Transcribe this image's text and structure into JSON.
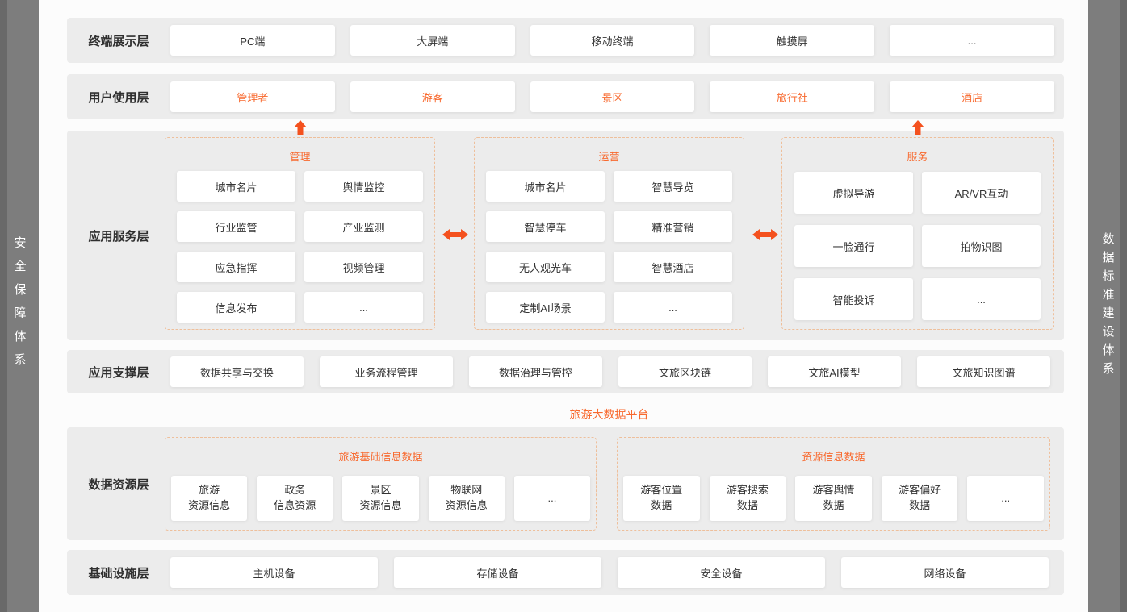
{
  "colors": {
    "accent": "#f8692e",
    "arrow": "#f4511e",
    "dash": "#eebf9b",
    "strip": "#7b7b7b",
    "panel": "#ececec"
  },
  "sides": {
    "left": "安全保障体系",
    "right": "数据标准建设体系"
  },
  "terminal": {
    "label": "终端展示层",
    "items": [
      "PC端",
      "大屏端",
      "移动终端",
      "触摸屏",
      "..."
    ]
  },
  "users": {
    "label": "用户使用层",
    "items": [
      "管理者",
      "游客",
      "景区",
      "旅行社",
      "酒店"
    ]
  },
  "app_service": {
    "label": "应用服务层",
    "manage": {
      "title": "管理",
      "items": [
        "城市名片",
        "舆情监控",
        "行业监管",
        "产业监测",
        "应急指挥",
        "视频管理",
        "信息发布",
        "..."
      ]
    },
    "operate": {
      "title": "运营",
      "items": [
        "城市名片",
        "智慧导览",
        "智慧停车",
        "精准营销",
        "无人观光车",
        "智慧酒店",
        "定制AI场景",
        "..."
      ]
    },
    "service": {
      "title": "服务",
      "items": [
        "虚拟导游",
        "AR/VR互动",
        "一脸通行",
        "拍物识图",
        "智能投诉",
        "..."
      ]
    }
  },
  "app_support": {
    "label": "应用支撑层",
    "items": [
      "数据共享与交换",
      "业务流程管理",
      "数据治理与管控",
      "文旅区块链",
      "文旅AI模型",
      "文旅知识图谱"
    ]
  },
  "platform_label": "旅游大数据平台",
  "data_resource": {
    "label": "数据资源层",
    "basic": {
      "title": "旅游基础信息数据",
      "items": [
        "旅游\n资源信息",
        "政务\n信息资源",
        "景区\n资源信息",
        "物联网\n资源信息",
        "..."
      ]
    },
    "resource": {
      "title": "资源信息数据",
      "items": [
        "游客位置\n数据",
        "游客搜索\n数据",
        "游客舆情\n数据",
        "游客偏好\n数据",
        "..."
      ]
    }
  },
  "infrastructure": {
    "label": "基础设施层",
    "items": [
      "主机设备",
      "存储设备",
      "安全设备",
      "网络设备"
    ]
  }
}
